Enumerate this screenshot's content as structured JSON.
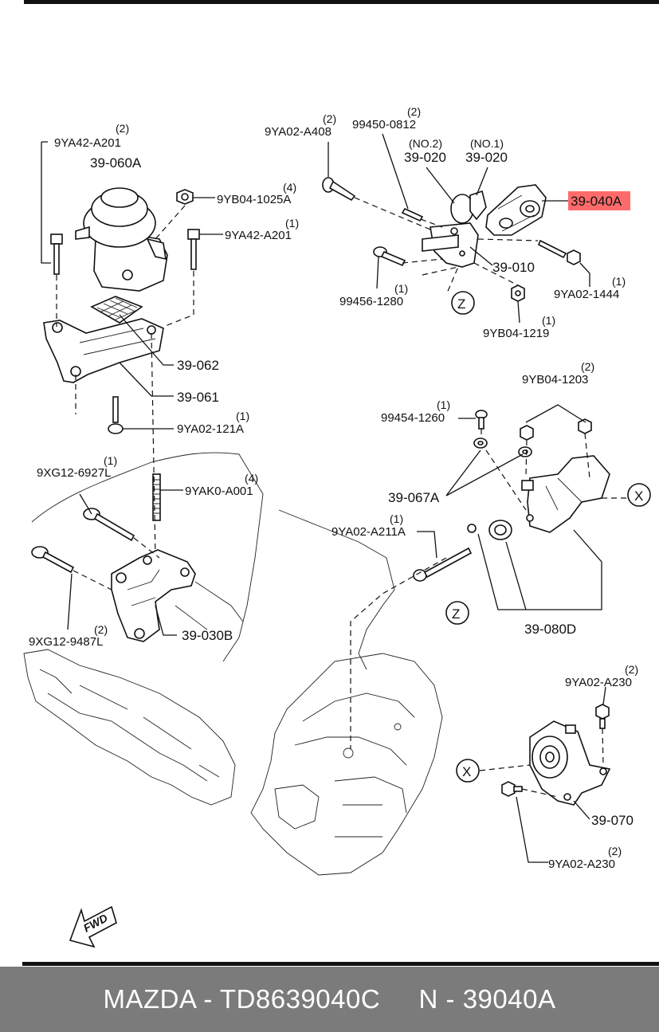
{
  "labels": {
    "p9ya42a201_left": "9YA42-A201",
    "q2_a": "(2)",
    "p39060a": "39-060A",
    "p9yb041025a": "9YB04-1025A",
    "q4_a": "(4)",
    "p9ya42a201_mid": "9YA42-A201",
    "q1_a": "(1)",
    "p39062": "39-062",
    "p39061": "39-061",
    "p9ya02121a": "9YA02-121A",
    "q1_b": "(1)",
    "p9xg126927l": "9XG12-6927L",
    "q1_c": "(1)",
    "p9yak0a001": "9YAK0-A001",
    "q4_b": "(4)",
    "p9xg129487l": "9XG12-9487L",
    "q2_b": "(2)",
    "p39030b": "39-030B",
    "p9ya02a408": "9YA02-A408",
    "q2_c": "(2)",
    "p99450": "99450-0812",
    "q2_d": "(2)",
    "no2": "(NO.2)",
    "p39020_no2": "39-020",
    "no1": "(NO.1)",
    "p39020_no1": "39-020",
    "p39040a": "39-040A",
    "p39010": "39-010",
    "p99456": "99456-1280",
    "q1_d": "(1)",
    "p9ya021444": "9YA02-1444",
    "q1_e": "(1)",
    "p9yb041219": "9YB04-1219",
    "q1_f": "(1)",
    "z1": "Z",
    "p9yb041203": "9YB04-1203",
    "q2_e": "(2)",
    "p99454": "99454-1260",
    "q1_g": "(1)",
    "p39067a": "39-067A",
    "x1": "X",
    "p9ya02a211a": "9YA02-A211A",
    "q1_h": "(1)",
    "z2": "Z",
    "p39080d": "39-080D",
    "p9ya02a230_top": "9YA02-A230",
    "q2_f": "(2)",
    "x2": "X",
    "p39070": "39-070",
    "p9ya02a230_bot": "9YA02-A230",
    "q2_g": "(2)",
    "fwd": "FWD"
  },
  "highlight_color": "#ff6b6b",
  "footer": {
    "text": "MAZDA - TD8639040C     N - 39040A"
  }
}
